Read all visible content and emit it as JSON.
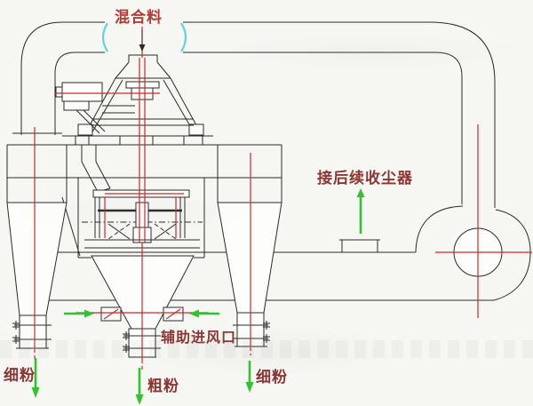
{
  "colors": {
    "bg": "#f6f6f3",
    "line": "#2a2a2a",
    "red": "#cf2a28",
    "labelred": "#8e3531",
    "feedred": "#b23b34",
    "green": "#2fc32f",
    "cyan": "#5cd6d6"
  },
  "labels": {
    "feed": "混合料",
    "dust_collector": "接后续收尘器",
    "aux_air_inlet": "辅助进风口",
    "fine_powder_left": "细粉",
    "coarse_powder": "粗粉",
    "fine_powder_right": "细粉"
  }
}
